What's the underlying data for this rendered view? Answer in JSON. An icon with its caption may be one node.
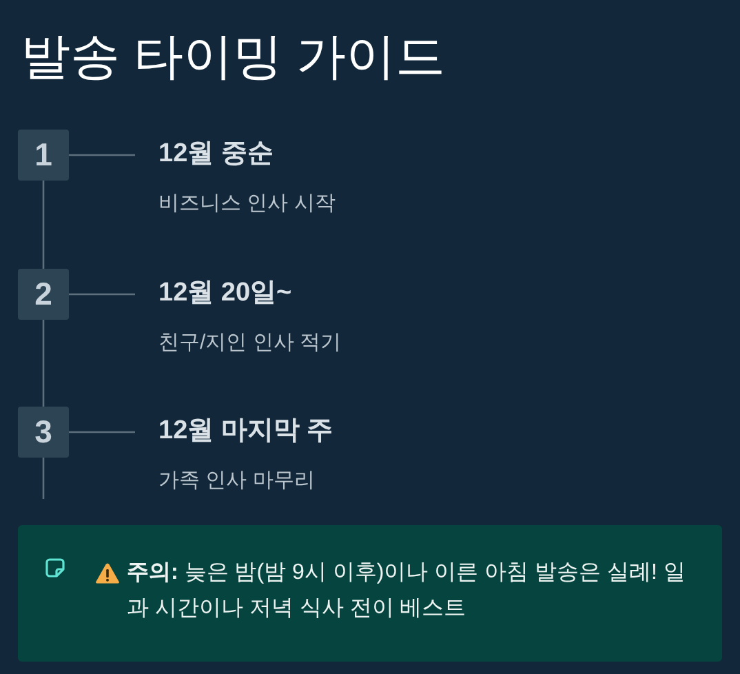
{
  "diagram": {
    "title": "발송 타이밍 가이드",
    "nodes": [
      {
        "text": [
          "1"
        ]
      },
      {
        "text": [
          "12월 중순",
          "비즈니스 인사 시작"
        ]
      },
      {
        "text": [
          "2"
        ]
      },
      {
        "text": [
          "12월 20일~",
          "친구/지인 인사 적기"
        ]
      },
      {
        "text": [
          "3"
        ]
      },
      {
        "text": [
          "12월 마지막 주",
          "가족 인사 마무리"
        ]
      },
      {
        "text": [
          "**주의:** 늦은 밤(밤 9시 이후)이나 이른 아침 발송은 실례! 일과 시간이나 저녁 식사 전이 베스트"
        ]
      }
    ],
    "edges": [
      {
        "from": 0,
        "to": 1,
        "arrow": "none"
      },
      {
        "from": 0,
        "to": 2,
        "arrow": "none"
      },
      {
        "from": 2,
        "to": 3,
        "arrow": "none"
      },
      {
        "from": 2,
        "to": 4,
        "arrow": "none"
      },
      {
        "from": 4,
        "to": 5,
        "arrow": "none"
      },
      {
        "from": 4,
        "to": null,
        "arrow": "none"
      }
    ]
  }
}
